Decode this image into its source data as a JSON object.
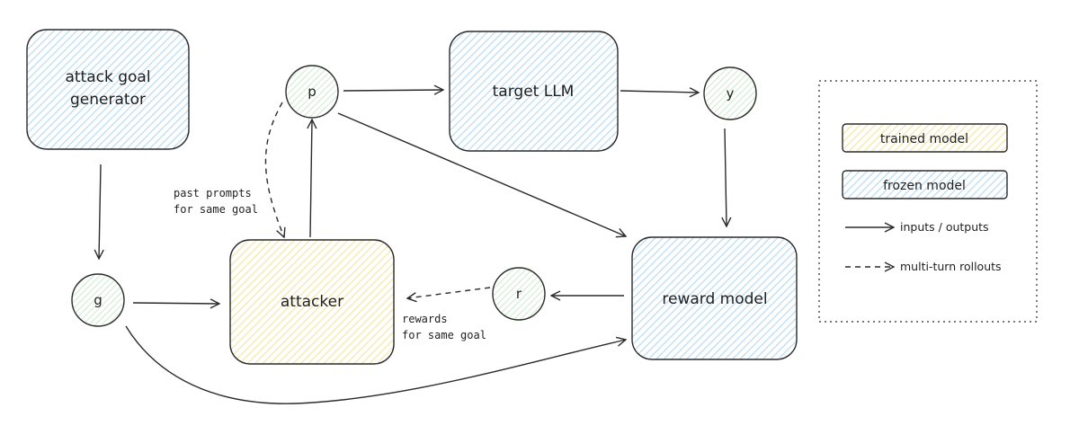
{
  "colors": {
    "frozen_fill": "#ddeefa",
    "trained_fill": "#fbf3cf",
    "node_fill": "#e4f6e3",
    "stroke": "#2b2b2b"
  },
  "boxes": {
    "attack_goal_generator": {
      "line1": "attack goal",
      "line2": "generator",
      "kind": "frozen"
    },
    "target_llm": {
      "label": "target LLM",
      "kind": "frozen"
    },
    "attacker": {
      "label": "attacker",
      "kind": "trained"
    },
    "reward_model": {
      "label": "reward model",
      "kind": "frozen"
    }
  },
  "nodes": {
    "p": "p",
    "y": "y",
    "g": "g",
    "r": "r"
  },
  "annotations": {
    "past_prompts_line1": "past prompts",
    "past_prompts_line2": "for same goal",
    "rewards_line1": "rewards",
    "rewards_line2": "for same goal"
  },
  "legend": {
    "trained_model": "trained model",
    "frozen_model": "frozen model",
    "inputs_outputs": "inputs / outputs",
    "multi_turn_rollouts": "multi-turn rollouts"
  }
}
